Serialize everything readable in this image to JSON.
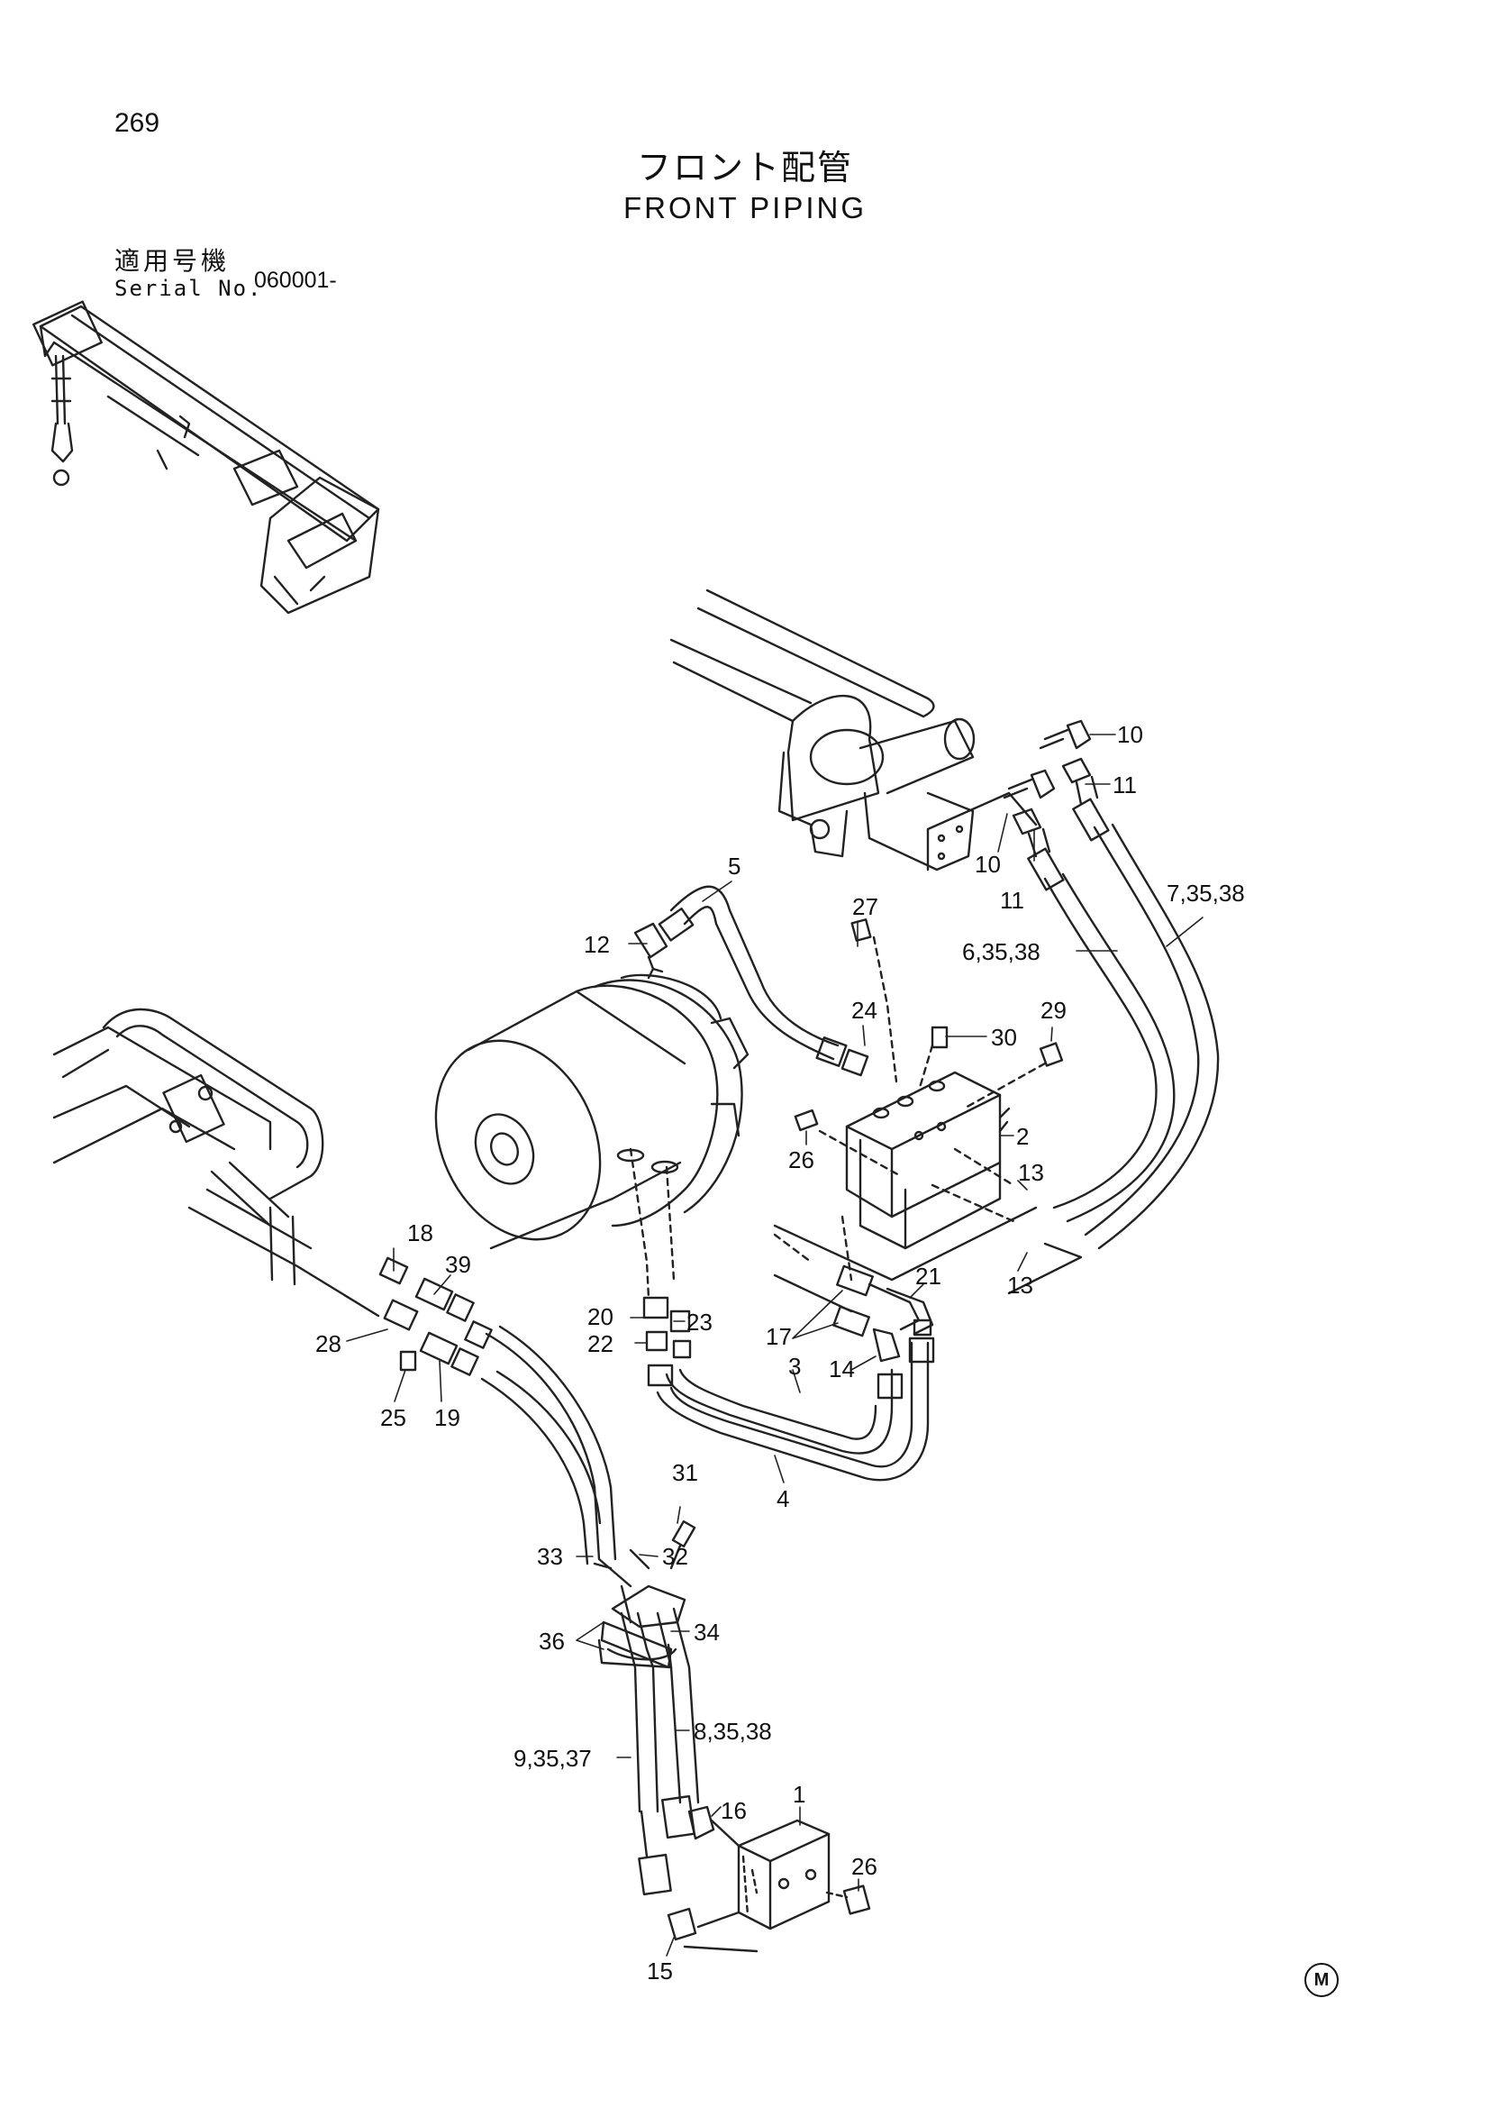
{
  "page_number": "269",
  "title_jp": "フロント配管",
  "title_en": "FRONT PIPING",
  "serial": {
    "label_jp": "適用号機",
    "label_en": "Serial No.",
    "value": "060001-"
  },
  "marker": "M",
  "callouts": {
    "c10a": "10",
    "c11a": "11",
    "c10b": "10",
    "c11b": "11",
    "c5": "5",
    "c12": "12",
    "c27": "27",
    "c7": "7,35,38",
    "c6": "6,35,38",
    "c24": "24",
    "c29": "29",
    "c30": "30",
    "c2": "2",
    "c26a": "26",
    "c13a": "13",
    "c13b": "13",
    "c18": "18",
    "c39": "39",
    "c21": "21",
    "c20": "20",
    "c23": "23",
    "c22": "22",
    "c17": "17",
    "c14": "14",
    "c3": "3",
    "c28": "28",
    "c25": "25",
    "c19": "19",
    "c4": "4",
    "c31": "31",
    "c33": "33",
    "c32": "32",
    "c36": "36",
    "c34": "34",
    "c8": "8,35,38",
    "c9": "9,35,37",
    "c1": "1",
    "c16": "16",
    "c26b": "26",
    "c15": "15"
  }
}
